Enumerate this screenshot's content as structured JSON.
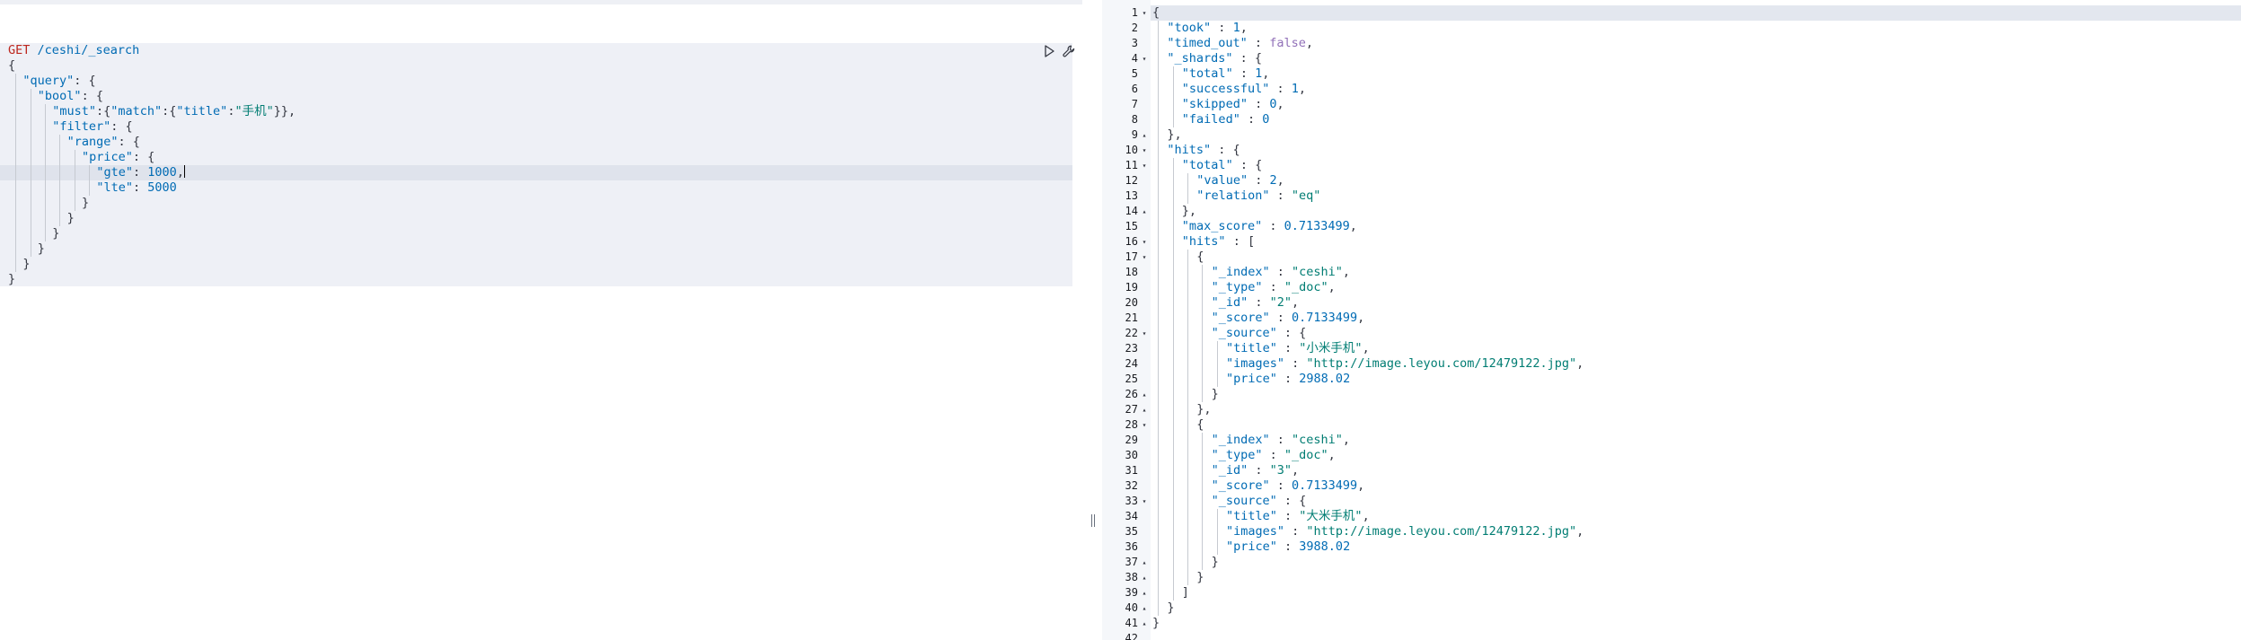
{
  "request": {
    "method": "GET",
    "path": " /ceshi/_search",
    "body_lines": [
      {
        "indent": 0,
        "tokens": [
          {
            "t": "{",
            "c": "punc"
          }
        ]
      },
      {
        "indent": 1,
        "tokens": [
          {
            "t": "\"query\"",
            "c": "key"
          },
          {
            "t": ": {",
            "c": "punc"
          }
        ]
      },
      {
        "indent": 2,
        "tokens": [
          {
            "t": "\"bool\"",
            "c": "key"
          },
          {
            "t": ": {",
            "c": "punc"
          }
        ]
      },
      {
        "indent": 3,
        "tokens": [
          {
            "t": "\"must\"",
            "c": "key"
          },
          {
            "t": ":{",
            "c": "punc"
          },
          {
            "t": "\"match\"",
            "c": "key"
          },
          {
            "t": ":{",
            "c": "punc"
          },
          {
            "t": "\"title\"",
            "c": "key"
          },
          {
            "t": ":",
            "c": "punc"
          },
          {
            "t": "\"手机\"",
            "c": "str"
          },
          {
            "t": "}},",
            "c": "punc"
          }
        ]
      },
      {
        "indent": 3,
        "tokens": [
          {
            "t": "\"filter\"",
            "c": "key"
          },
          {
            "t": ": {",
            "c": "punc"
          }
        ]
      },
      {
        "indent": 4,
        "tokens": [
          {
            "t": "\"range\"",
            "c": "key"
          },
          {
            "t": ": {",
            "c": "punc"
          }
        ]
      },
      {
        "indent": 5,
        "tokens": [
          {
            "t": "\"price\"",
            "c": "key"
          },
          {
            "t": ": {",
            "c": "punc"
          }
        ]
      },
      {
        "indent": 6,
        "active": true,
        "cursor": true,
        "tokens": [
          {
            "t": "\"gte\"",
            "c": "key"
          },
          {
            "t": ": ",
            "c": "punc"
          },
          {
            "t": "1000",
            "c": "num"
          },
          {
            "t": ",",
            "c": "punc"
          }
        ]
      },
      {
        "indent": 6,
        "tokens": [
          {
            "t": "\"lte\"",
            "c": "key"
          },
          {
            "t": ": ",
            "c": "punc"
          },
          {
            "t": "5000",
            "c": "num"
          }
        ]
      },
      {
        "indent": 5,
        "tokens": [
          {
            "t": "}",
            "c": "punc"
          }
        ]
      },
      {
        "indent": 4,
        "tokens": [
          {
            "t": "}",
            "c": "punc"
          }
        ]
      },
      {
        "indent": 3,
        "tokens": [
          {
            "t": "}",
            "c": "punc"
          }
        ]
      },
      {
        "indent": 2,
        "tokens": [
          {
            "t": "}",
            "c": "punc"
          }
        ]
      },
      {
        "indent": 1,
        "tokens": [
          {
            "t": "}",
            "c": "punc"
          }
        ]
      },
      {
        "indent": 0,
        "tokens": [
          {
            "t": "}",
            "c": "punc"
          }
        ]
      }
    ],
    "actions": [
      {
        "name": "play-icon"
      },
      {
        "name": "wrench-icon"
      }
    ]
  },
  "response": {
    "lines": [
      {
        "n": "1",
        "fold": "down",
        "indent": 0,
        "tokens": [
          {
            "t": "{",
            "c": "punc"
          }
        ]
      },
      {
        "n": "2",
        "indent": 1,
        "tokens": [
          {
            "t": "\"took\"",
            "c": "key"
          },
          {
            "t": " : ",
            "c": "punc"
          },
          {
            "t": "1",
            "c": "num"
          },
          {
            "t": ",",
            "c": "punc"
          }
        ]
      },
      {
        "n": "3",
        "indent": 1,
        "tokens": [
          {
            "t": "\"timed_out\"",
            "c": "key"
          },
          {
            "t": " : ",
            "c": "punc"
          },
          {
            "t": "false",
            "c": "bool"
          },
          {
            "t": ",",
            "c": "punc"
          }
        ]
      },
      {
        "n": "4",
        "fold": "down",
        "indent": 1,
        "tokens": [
          {
            "t": "\"_shards\"",
            "c": "key"
          },
          {
            "t": " : {",
            "c": "punc"
          }
        ]
      },
      {
        "n": "5",
        "indent": 2,
        "tokens": [
          {
            "t": "\"total\"",
            "c": "key"
          },
          {
            "t": " : ",
            "c": "punc"
          },
          {
            "t": "1",
            "c": "num"
          },
          {
            "t": ",",
            "c": "punc"
          }
        ]
      },
      {
        "n": "6",
        "indent": 2,
        "tokens": [
          {
            "t": "\"successful\"",
            "c": "key"
          },
          {
            "t": " : ",
            "c": "punc"
          },
          {
            "t": "1",
            "c": "num"
          },
          {
            "t": ",",
            "c": "punc"
          }
        ]
      },
      {
        "n": "7",
        "indent": 2,
        "tokens": [
          {
            "t": "\"skipped\"",
            "c": "key"
          },
          {
            "t": " : ",
            "c": "punc"
          },
          {
            "t": "0",
            "c": "num"
          },
          {
            "t": ",",
            "c": "punc"
          }
        ]
      },
      {
        "n": "8",
        "indent": 2,
        "tokens": [
          {
            "t": "\"failed\"",
            "c": "key"
          },
          {
            "t": " : ",
            "c": "punc"
          },
          {
            "t": "0",
            "c": "num"
          }
        ]
      },
      {
        "n": "9",
        "fold": "up",
        "indent": 1,
        "tokens": [
          {
            "t": "},",
            "c": "punc"
          }
        ]
      },
      {
        "n": "10",
        "fold": "down",
        "indent": 1,
        "tokens": [
          {
            "t": "\"hits\"",
            "c": "key"
          },
          {
            "t": " : {",
            "c": "punc"
          }
        ]
      },
      {
        "n": "11",
        "fold": "down",
        "indent": 2,
        "tokens": [
          {
            "t": "\"total\"",
            "c": "key"
          },
          {
            "t": " : {",
            "c": "punc"
          }
        ]
      },
      {
        "n": "12",
        "indent": 3,
        "tokens": [
          {
            "t": "\"value\"",
            "c": "key"
          },
          {
            "t": " : ",
            "c": "punc"
          },
          {
            "t": "2",
            "c": "num"
          },
          {
            "t": ",",
            "c": "punc"
          }
        ]
      },
      {
        "n": "13",
        "indent": 3,
        "tokens": [
          {
            "t": "\"relation\"",
            "c": "key"
          },
          {
            "t": " : ",
            "c": "punc"
          },
          {
            "t": "\"eq\"",
            "c": "str"
          }
        ]
      },
      {
        "n": "14",
        "fold": "up",
        "indent": 2,
        "tokens": [
          {
            "t": "},",
            "c": "punc"
          }
        ]
      },
      {
        "n": "15",
        "indent": 2,
        "tokens": [
          {
            "t": "\"max_score\"",
            "c": "key"
          },
          {
            "t": " : ",
            "c": "punc"
          },
          {
            "t": "0.7133499",
            "c": "num"
          },
          {
            "t": ",",
            "c": "punc"
          }
        ]
      },
      {
        "n": "16",
        "fold": "down",
        "indent": 2,
        "tokens": [
          {
            "t": "\"hits\"",
            "c": "key"
          },
          {
            "t": " : [",
            "c": "punc"
          }
        ]
      },
      {
        "n": "17",
        "fold": "down",
        "indent": 3,
        "tokens": [
          {
            "t": "{",
            "c": "punc"
          }
        ]
      },
      {
        "n": "18",
        "indent": 4,
        "tokens": [
          {
            "t": "\"_index\"",
            "c": "key"
          },
          {
            "t": " : ",
            "c": "punc"
          },
          {
            "t": "\"ceshi\"",
            "c": "str"
          },
          {
            "t": ",",
            "c": "punc"
          }
        ]
      },
      {
        "n": "19",
        "indent": 4,
        "tokens": [
          {
            "t": "\"_type\"",
            "c": "key"
          },
          {
            "t": " : ",
            "c": "punc"
          },
          {
            "t": "\"_doc\"",
            "c": "str"
          },
          {
            "t": ",",
            "c": "punc"
          }
        ]
      },
      {
        "n": "20",
        "indent": 4,
        "tokens": [
          {
            "t": "\"_id\"",
            "c": "key"
          },
          {
            "t": " : ",
            "c": "punc"
          },
          {
            "t": "\"2\"",
            "c": "str"
          },
          {
            "t": ",",
            "c": "punc"
          }
        ]
      },
      {
        "n": "21",
        "indent": 4,
        "tokens": [
          {
            "t": "\"_score\"",
            "c": "key"
          },
          {
            "t": " : ",
            "c": "punc"
          },
          {
            "t": "0.7133499",
            "c": "num"
          },
          {
            "t": ",",
            "c": "punc"
          }
        ]
      },
      {
        "n": "22",
        "fold": "down",
        "indent": 4,
        "tokens": [
          {
            "t": "\"_source\"",
            "c": "key"
          },
          {
            "t": " : {",
            "c": "punc"
          }
        ]
      },
      {
        "n": "23",
        "indent": 5,
        "tokens": [
          {
            "t": "\"title\"",
            "c": "key"
          },
          {
            "t": " : ",
            "c": "punc"
          },
          {
            "t": "\"小米手机\"",
            "c": "str"
          },
          {
            "t": ",",
            "c": "punc"
          }
        ]
      },
      {
        "n": "24",
        "indent": 5,
        "tokens": [
          {
            "t": "\"images\"",
            "c": "key"
          },
          {
            "t": " : ",
            "c": "punc"
          },
          {
            "t": "\"http://image.leyou.com/12479122.jpg\"",
            "c": "str"
          },
          {
            "t": ",",
            "c": "punc"
          }
        ]
      },
      {
        "n": "25",
        "indent": 5,
        "tokens": [
          {
            "t": "\"price\"",
            "c": "key"
          },
          {
            "t": " : ",
            "c": "punc"
          },
          {
            "t": "2988.02",
            "c": "num"
          }
        ]
      },
      {
        "n": "26",
        "fold": "up",
        "indent": 4,
        "tokens": [
          {
            "t": "}",
            "c": "punc"
          }
        ]
      },
      {
        "n": "27",
        "fold": "up",
        "indent": 3,
        "tokens": [
          {
            "t": "},",
            "c": "punc"
          }
        ]
      },
      {
        "n": "28",
        "fold": "down",
        "indent": 3,
        "tokens": [
          {
            "t": "{",
            "c": "punc"
          }
        ]
      },
      {
        "n": "29",
        "indent": 4,
        "tokens": [
          {
            "t": "\"_index\"",
            "c": "key"
          },
          {
            "t": " : ",
            "c": "punc"
          },
          {
            "t": "\"ceshi\"",
            "c": "str"
          },
          {
            "t": ",",
            "c": "punc"
          }
        ]
      },
      {
        "n": "30",
        "indent": 4,
        "tokens": [
          {
            "t": "\"_type\"",
            "c": "key"
          },
          {
            "t": " : ",
            "c": "punc"
          },
          {
            "t": "\"_doc\"",
            "c": "str"
          },
          {
            "t": ",",
            "c": "punc"
          }
        ]
      },
      {
        "n": "31",
        "indent": 4,
        "tokens": [
          {
            "t": "\"_id\"",
            "c": "key"
          },
          {
            "t": " : ",
            "c": "punc"
          },
          {
            "t": "\"3\"",
            "c": "str"
          },
          {
            "t": ",",
            "c": "punc"
          }
        ]
      },
      {
        "n": "32",
        "indent": 4,
        "tokens": [
          {
            "t": "\"_score\"",
            "c": "key"
          },
          {
            "t": " : ",
            "c": "punc"
          },
          {
            "t": "0.7133499",
            "c": "num"
          },
          {
            "t": ",",
            "c": "punc"
          }
        ]
      },
      {
        "n": "33",
        "fold": "down",
        "indent": 4,
        "tokens": [
          {
            "t": "\"_source\"",
            "c": "key"
          },
          {
            "t": " : {",
            "c": "punc"
          }
        ]
      },
      {
        "n": "34",
        "indent": 5,
        "tokens": [
          {
            "t": "\"title\"",
            "c": "key"
          },
          {
            "t": " : ",
            "c": "punc"
          },
          {
            "t": "\"大米手机\"",
            "c": "str"
          },
          {
            "t": ",",
            "c": "punc"
          }
        ]
      },
      {
        "n": "35",
        "indent": 5,
        "tokens": [
          {
            "t": "\"images\"",
            "c": "key"
          },
          {
            "t": " : ",
            "c": "punc"
          },
          {
            "t": "\"http://image.leyou.com/12479122.jpg\"",
            "c": "str"
          },
          {
            "t": ",",
            "c": "punc"
          }
        ]
      },
      {
        "n": "36",
        "indent": 5,
        "tokens": [
          {
            "t": "\"price\"",
            "c": "key"
          },
          {
            "t": " : ",
            "c": "punc"
          },
          {
            "t": "3988.02",
            "c": "num"
          }
        ]
      },
      {
        "n": "37",
        "fold": "up",
        "indent": 4,
        "tokens": [
          {
            "t": "}",
            "c": "punc"
          }
        ]
      },
      {
        "n": "38",
        "fold": "up",
        "indent": 3,
        "tokens": [
          {
            "t": "}",
            "c": "punc"
          }
        ]
      },
      {
        "n": "39",
        "fold": "up",
        "indent": 2,
        "tokens": [
          {
            "t": "]",
            "c": "punc"
          }
        ]
      },
      {
        "n": "40",
        "fold": "up",
        "indent": 1,
        "tokens": [
          {
            "t": "}",
            "c": "punc"
          }
        ]
      },
      {
        "n": "41",
        "fold": "up",
        "indent": 0,
        "tokens": [
          {
            "t": "}",
            "c": "punc"
          }
        ]
      },
      {
        "n": "42",
        "indent": 0,
        "tokens": []
      }
    ]
  },
  "colors": {
    "key": "#006bb4",
    "string": "#017d73",
    "number": "#006bb4",
    "boolean": "#9170b8",
    "method": "#bd271e"
  }
}
